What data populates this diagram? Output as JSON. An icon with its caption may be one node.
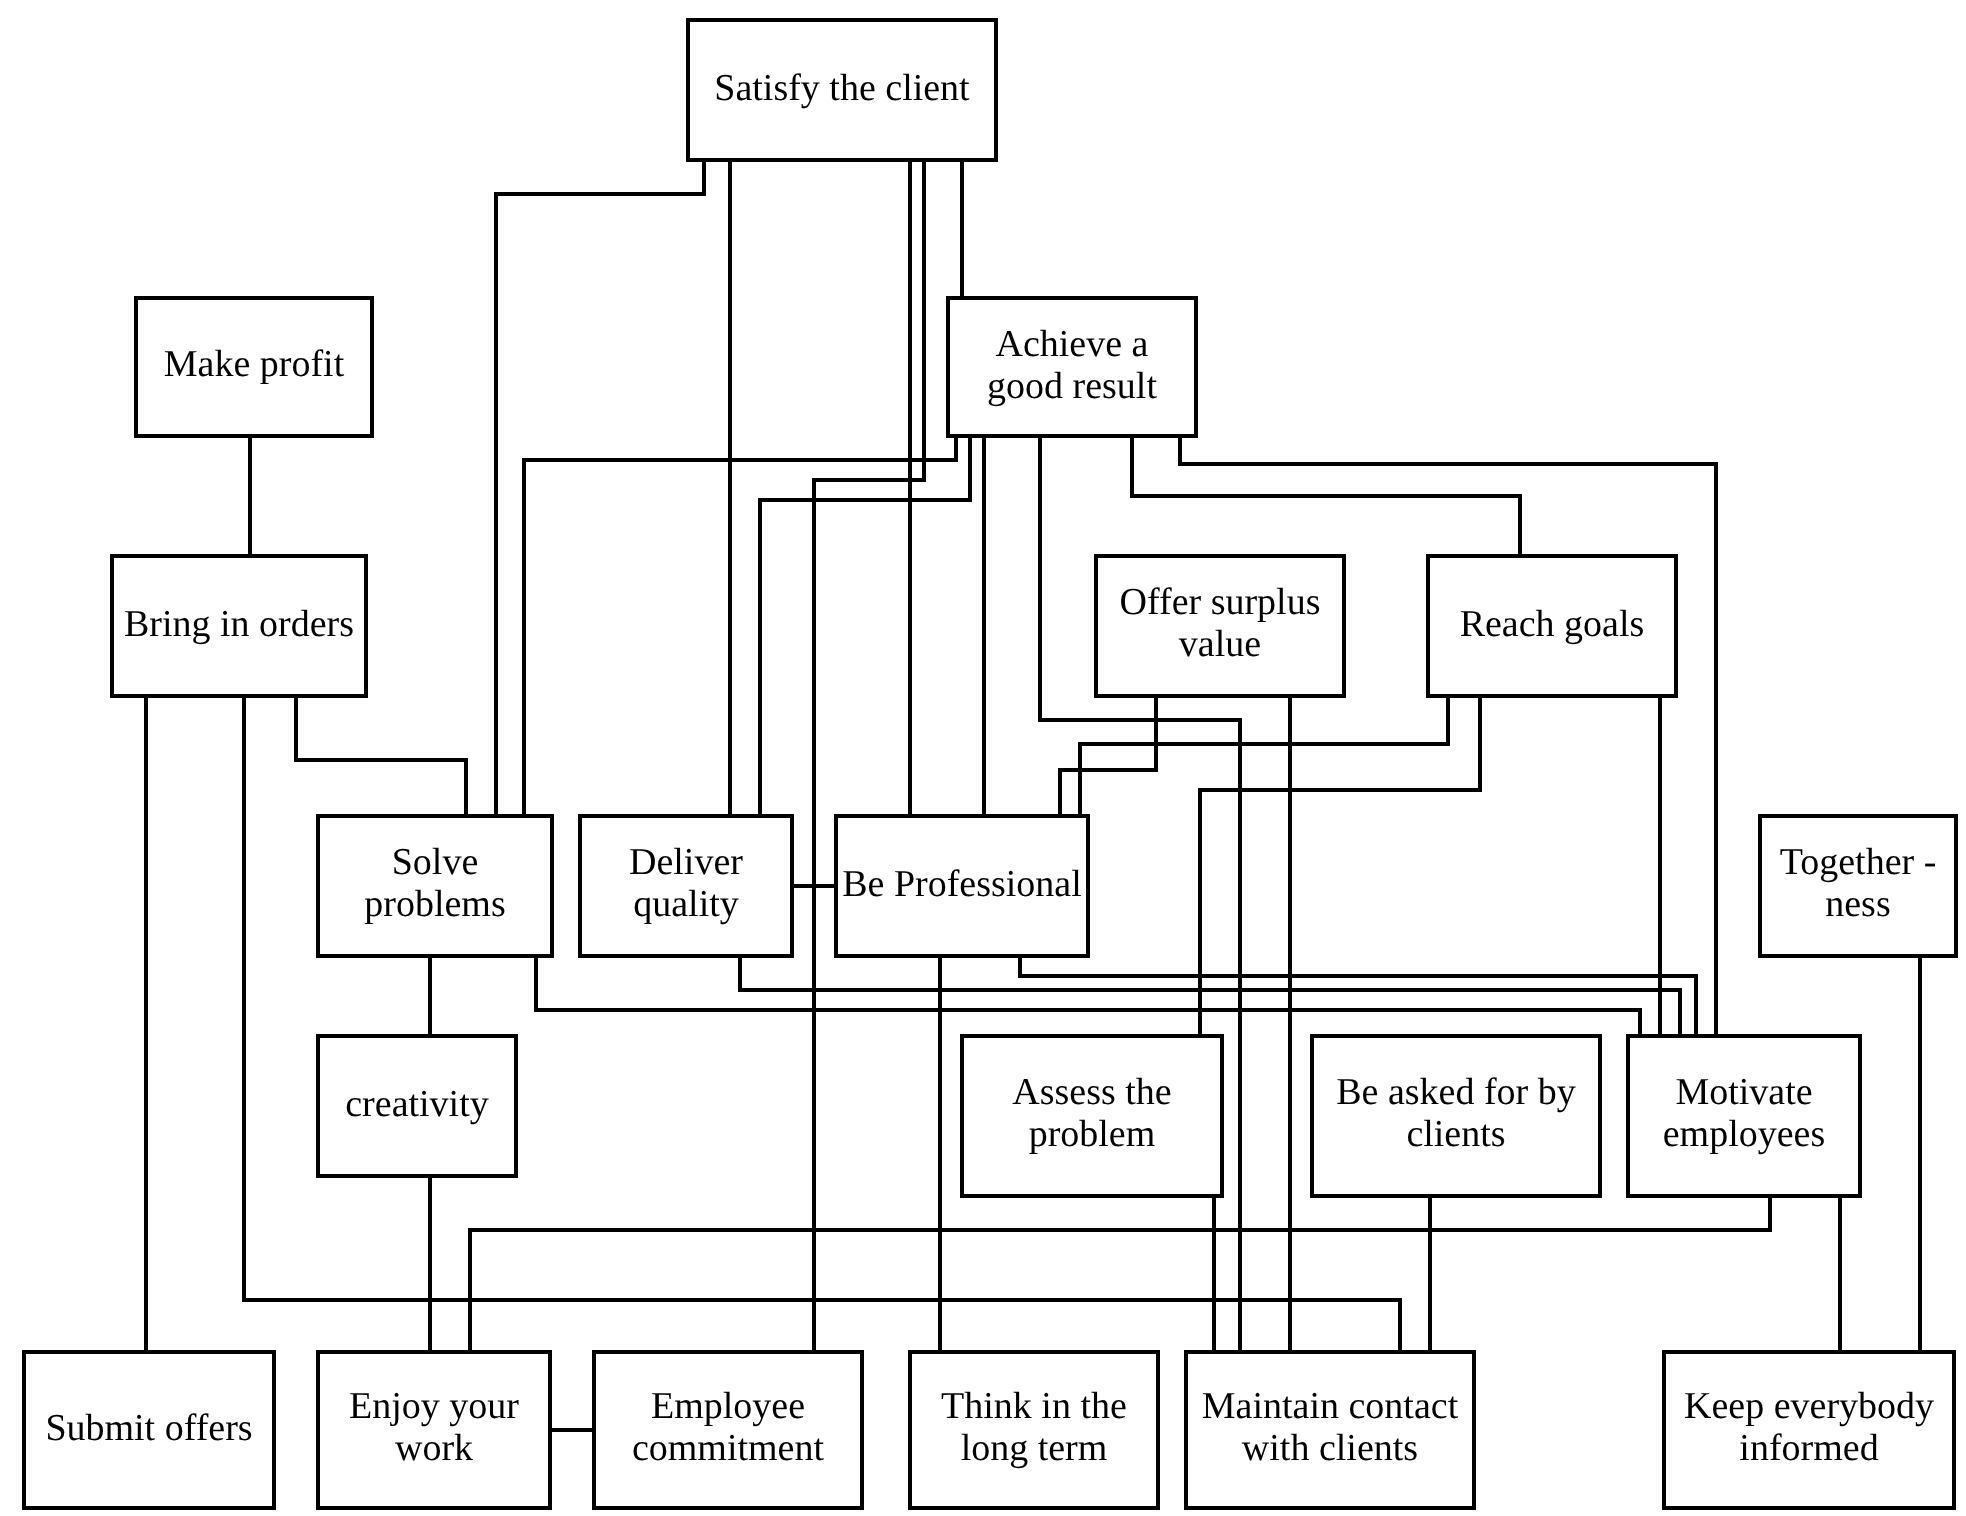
{
  "diagram": {
    "nodes": [
      {
        "text": [
          "Satisfy the client"
        ]
      },
      {
        "text": [
          "Make profit"
        ]
      },
      {
        "text": [
          "Achieve a good result"
        ]
      },
      {
        "text": [
          "Bring in orders"
        ]
      },
      {
        "text": [
          "Offer surplus value"
        ]
      },
      {
        "text": [
          "Reach goals"
        ]
      },
      {
        "text": [
          "Solve problems"
        ]
      },
      {
        "text": [
          "Deliver quality"
        ]
      },
      {
        "text": [
          "Be Professional"
        ]
      },
      {
        "text": [
          "Together -ness"
        ]
      },
      {
        "text": [
          "creativity"
        ]
      },
      {
        "text": [
          "Assess the problem"
        ]
      },
      {
        "text": [
          "Be asked for by clients"
        ]
      },
      {
        "text": [
          "Motivate employees"
        ]
      },
      {
        "text": [
          "Submit offers"
        ]
      },
      {
        "text": [
          "Enjoy your work"
        ]
      },
      {
        "text": [
          "Employee commitment"
        ]
      },
      {
        "text": [
          "Think in the long term"
        ]
      },
      {
        "text": [
          "Maintain contact with clients"
        ]
      },
      {
        "text": [
          "Keep everybody informed"
        ]
      }
    ],
    "edges": [
      {
        "from": 0,
        "to": 2,
        "arrow": "none"
      },
      {
        "from": 0,
        "to": 6,
        "arrow": "none"
      },
      {
        "from": 0,
        "to": 7,
        "arrow": "none"
      },
      {
        "from": 0,
        "to": 8,
        "arrow": "none"
      },
      {
        "from": 0,
        "to": 16,
        "arrow": "none"
      },
      {
        "from": 1,
        "to": 3,
        "arrow": "none"
      },
      {
        "from": 3,
        "to": 14,
        "arrow": "none"
      },
      {
        "from": 3,
        "to": 6,
        "arrow": "none"
      },
      {
        "from": 3,
        "to": 18,
        "arrow": "none"
      },
      {
        "from": 2,
        "to": 6,
        "arrow": "none"
      },
      {
        "from": 2,
        "to": 7,
        "arrow": "none"
      },
      {
        "from": 2,
        "to": 8,
        "arrow": "none"
      },
      {
        "from": 2,
        "to": 5,
        "arrow": "none"
      },
      {
        "from": 2,
        "to": 13,
        "arrow": "none"
      },
      {
        "from": 2,
        "to": 18,
        "arrow": "none"
      },
      {
        "from": 4,
        "to": 18,
        "arrow": "none"
      },
      {
        "from": 4,
        "to": 8,
        "arrow": "none"
      },
      {
        "from": 5,
        "to": 8,
        "arrow": "none"
      },
      {
        "from": 5,
        "to": 11,
        "arrow": "none"
      },
      {
        "from": 5,
        "to": 13,
        "arrow": "none"
      },
      {
        "from": 7,
        "to": 8,
        "arrow": "none"
      },
      {
        "from": 6,
        "to": 13,
        "arrow": "none"
      },
      {
        "from": 7,
        "to": 13,
        "arrow": "none"
      },
      {
        "from": 8,
        "to": 17,
        "arrow": "none"
      },
      {
        "from": 8,
        "to": 13,
        "arrow": "none"
      },
      {
        "from": 6,
        "to": 10,
        "arrow": "none"
      },
      {
        "from": 10,
        "to": 15,
        "arrow": "none"
      },
      {
        "from": 13,
        "to": 15,
        "arrow": "none"
      },
      {
        "from": 13,
        "to": 19,
        "arrow": "none"
      },
      {
        "from": 9,
        "to": 19,
        "arrow": "none"
      },
      {
        "from": 11,
        "to": 18,
        "arrow": "none"
      },
      {
        "from": 12,
        "to": 18,
        "arrow": "none"
      },
      {
        "from": 15,
        "to": 16,
        "arrow": "none"
      }
    ]
  }
}
